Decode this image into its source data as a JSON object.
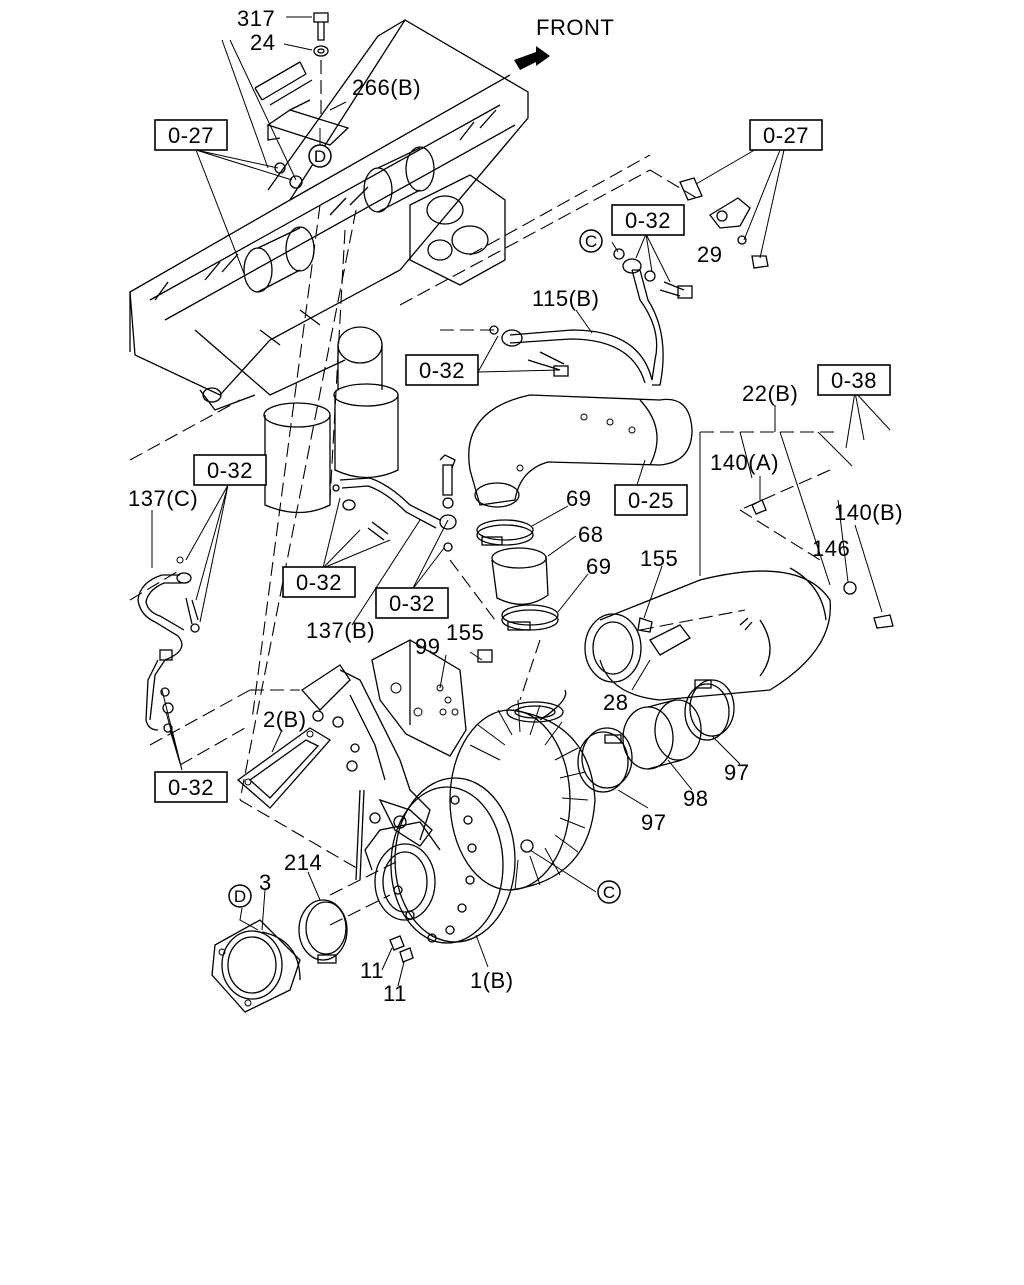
{
  "front_label": "FRONT",
  "ref_boxes": [
    {
      "id": "r1",
      "text": "0-27"
    },
    {
      "id": "r2",
      "text": "0-27"
    },
    {
      "id": "r3",
      "text": "0-32"
    },
    {
      "id": "r4",
      "text": "0-32"
    },
    {
      "id": "r5",
      "text": "0-38"
    },
    {
      "id": "r6",
      "text": "0-25"
    },
    {
      "id": "r7",
      "text": "0-32"
    },
    {
      "id": "r8",
      "text": "0-32"
    },
    {
      "id": "r9",
      "text": "0-32"
    },
    {
      "id": "r10",
      "text": "0-32"
    }
  ],
  "part_labels": [
    {
      "id": "p317",
      "text": "317"
    },
    {
      "id": "p24",
      "text": "24"
    },
    {
      "id": "p266b",
      "text": "266(B)"
    },
    {
      "id": "p29",
      "text": "29"
    },
    {
      "id": "p115b",
      "text": "115(B)"
    },
    {
      "id": "p22b",
      "text": "22(B)"
    },
    {
      "id": "p140a",
      "text": "140(A)"
    },
    {
      "id": "p140b",
      "text": "140(B)"
    },
    {
      "id": "p146",
      "text": "146"
    },
    {
      "id": "p69a",
      "text": "69"
    },
    {
      "id": "p68",
      "text": "68"
    },
    {
      "id": "p69b",
      "text": "69"
    },
    {
      "id": "p137c",
      "text": "137(C)"
    },
    {
      "id": "p137b",
      "text": "137(B)"
    },
    {
      "id": "p155a",
      "text": "155"
    },
    {
      "id": "p155b",
      "text": "155"
    },
    {
      "id": "p99",
      "text": "99"
    },
    {
      "id": "p28",
      "text": "28"
    },
    {
      "id": "p2b",
      "text": "2(B)"
    },
    {
      "id": "p97a",
      "text": "97"
    },
    {
      "id": "p98",
      "text": "98"
    },
    {
      "id": "p97b",
      "text": "97"
    },
    {
      "id": "p214",
      "text": "214"
    },
    {
      "id": "p3",
      "text": "3"
    },
    {
      "id": "p11a",
      "text": "11"
    },
    {
      "id": "p11b",
      "text": "11"
    },
    {
      "id": "p1b",
      "text": "1(B)"
    }
  ],
  "circle_refs": [
    {
      "id": "cD1",
      "letter": "D"
    },
    {
      "id": "cC1",
      "letter": "C"
    },
    {
      "id": "cC2",
      "letter": "C"
    },
    {
      "id": "cD2",
      "letter": "D"
    }
  ]
}
